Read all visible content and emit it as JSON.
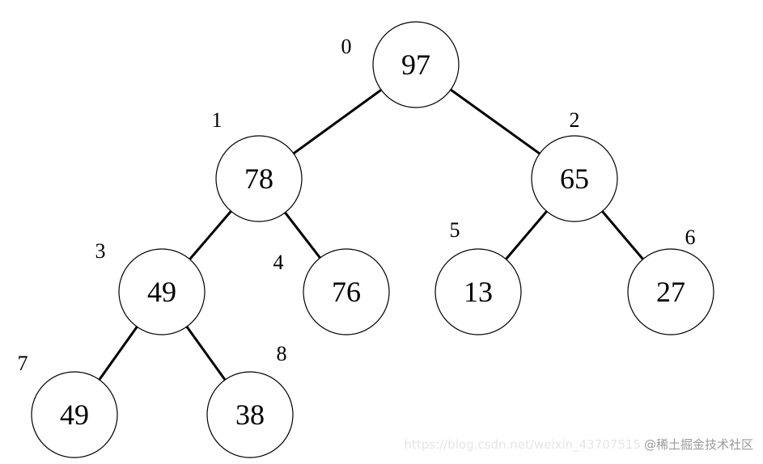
{
  "tree": {
    "nodes": [
      {
        "index": "0",
        "value": "97"
      },
      {
        "index": "1",
        "value": "78"
      },
      {
        "index": "2",
        "value": "65"
      },
      {
        "index": "3",
        "value": "49"
      },
      {
        "index": "4",
        "value": "76"
      },
      {
        "index": "5",
        "value": "13"
      },
      {
        "index": "6",
        "value": "27"
      },
      {
        "index": "7",
        "value": "49"
      },
      {
        "index": "8",
        "value": "38"
      }
    ],
    "edges": [
      [
        0,
        1
      ],
      [
        0,
        2
      ],
      [
        1,
        3
      ],
      [
        1,
        4
      ],
      [
        2,
        5
      ],
      [
        2,
        6
      ],
      [
        3,
        7
      ],
      [
        3,
        8
      ]
    ]
  },
  "watermark": {
    "url": "https://blog.csdn.net/weixin_43707515",
    "brand": "@稀土掘金技术社区"
  }
}
